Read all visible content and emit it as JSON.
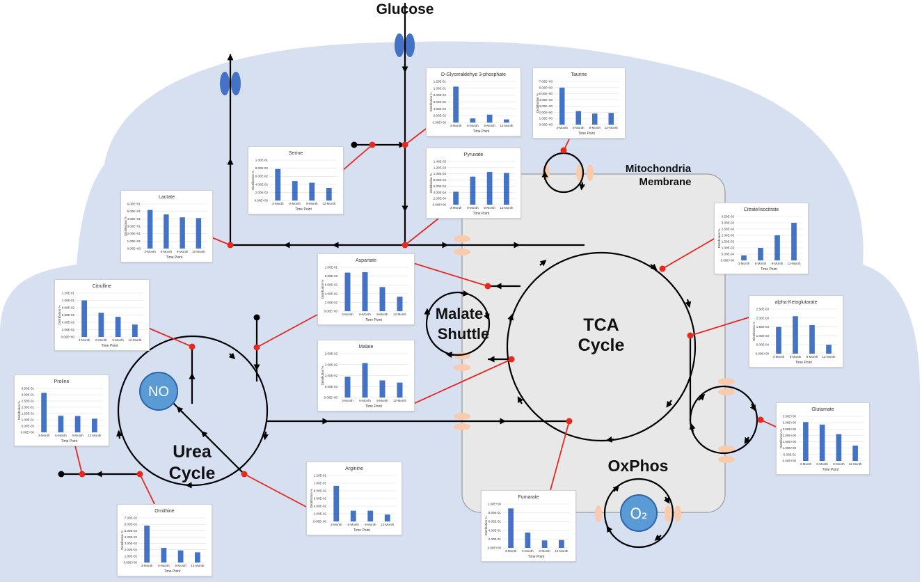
{
  "labels": {
    "glucose": "Glucose",
    "mito_membrane_line1": "Mitochondria",
    "mito_membrane_line2": "Membrane",
    "malate_shuttle_line1": "Malate",
    "malate_shuttle_line2": "Shuttle",
    "tca_line1": "TCA",
    "tca_line2": "Cycle",
    "urea_line1": "Urea",
    "urea_line2": "Cycle",
    "oxphos": "OxPhos",
    "no": "NO",
    "o2": "O₂"
  },
  "colors": {
    "cell": "#d6e0f1",
    "mitochondrion": "#e8e8e8",
    "transporter": "#4472c4",
    "pore": "#f8cbad",
    "bar": "#4472c4",
    "connector": "#e8271e",
    "node": "#e8271e",
    "pathway": "#000000"
  },
  "chart_data": [
    {
      "id": "d_glyceraldehyde",
      "type": "bar",
      "title": "D-Glyceraldehye 3-phosphate",
      "categories": [
        "3-Month",
        "6-Month",
        "9-Month",
        "12-Month"
      ],
      "values": [
        0.105,
        0.012,
        0.023,
        0.009
      ],
      "yticks": [
        "0.00E+00",
        "2.00E-02",
        "4.00E-02",
        "6.00E-02",
        "8.00E-02",
        "1.00E-01",
        "1.20E-01"
      ],
      "ylim": [
        0,
        0.12
      ],
      "xlabel": "Time Point",
      "ylabel": "Distribution %"
    },
    {
      "id": "taurine",
      "type": "bar",
      "title": "Taurine",
      "categories": [
        "3-Month",
        "6-Month",
        "9-Month",
        "12-Month"
      ],
      "values": [
        6.0,
        2.2,
        1.8,
        1.9
      ],
      "yticks": [
        "0.00E+00",
        "1.00E+00",
        "2.00E+00",
        "3.00E+00",
        "4.00E+00",
        "5.00E+00",
        "6.00E+00",
        "7.00E+00"
      ],
      "ylim": [
        0,
        7
      ],
      "xlabel": "Time Point",
      "ylabel": "Distribution %"
    },
    {
      "id": "serine",
      "type": "bar",
      "title": "Serine",
      "categories": [
        "3-Month",
        "6-Month",
        "9-Month",
        "12-Month"
      ],
      "values": [
        0.078,
        0.048,
        0.044,
        0.031
      ],
      "yticks": [
        "0.00E+00",
        "2.00E-02",
        "4.00E-02",
        "6.00E-02",
        "8.00E-02",
        "1.00E-01"
      ],
      "ylim": [
        0,
        0.1
      ],
      "xlabel": "Time Point",
      "ylabel": "Distribution %"
    },
    {
      "id": "pyruvate",
      "type": "bar",
      "title": "Pyruvate",
      "categories": [
        "3-Month",
        "6-Month",
        "9-Month",
        "12-Month"
      ],
      "values": [
        0.00042,
        0.00091,
        0.00106,
        0.00103
      ],
      "yticks": [
        "0.00E+00",
        "2.00E-04",
        "4.00E-04",
        "6.00E-04",
        "8.00E-04",
        "1.00E-03",
        "1.20E-03",
        "1.40E-03"
      ],
      "ylim": [
        0,
        0.0014
      ],
      "xlabel": "Time Point",
      "ylabel": "Distribution %"
    },
    {
      "id": "lactate",
      "type": "bar",
      "title": "Lactate",
      "categories": [
        "3-Month",
        "6-Month",
        "9-Month",
        "12-Month"
      ],
      "values": [
        52,
        46,
        42,
        41
      ],
      "yticks": [
        "0.00E+00",
        "1.00E+01",
        "2.00E+01",
        "3.00E+01",
        "4.00E+01",
        "5.00E+01",
        "6.00E+01"
      ],
      "ylim": [
        0,
        60
      ],
      "xlabel": "Time Point",
      "ylabel": "Distribution %"
    },
    {
      "id": "citrate",
      "type": "bar",
      "title": "Citrate/isocitrate",
      "categories": [
        "3-Month",
        "6-Month",
        "9-Month",
        "12-Month"
      ],
      "values": [
        0.0004,
        0.001,
        0.002,
        0.003
      ],
      "yticks": [
        "0.00E+00",
        "5.00E-04",
        "1.00E-03",
        "1.50E-03",
        "2.00E-03",
        "2.50E-03",
        "3.00E-03",
        "3.50E-03"
      ],
      "ylim": [
        0,
        0.0035
      ],
      "xlabel": "Time Point",
      "ylabel": "Distribution %"
    },
    {
      "id": "aspartate",
      "type": "bar",
      "title": "Aspartate",
      "categories": [
        "3-Month",
        "6-Month",
        "9-Month",
        "12-Month"
      ],
      "values": [
        0.088,
        0.089,
        0.055,
        0.033
      ],
      "yticks": [
        "0.00E+00",
        "2.00E-02",
        "4.00E-02",
        "6.00E-02",
        "8.00E-02",
        "1.00E-01"
      ],
      "ylim": [
        0,
        0.1
      ],
      "xlabel": "Time Point",
      "ylabel": "Distribution %"
    },
    {
      "id": "citrulline",
      "type": "bar",
      "title": "Citrulline",
      "categories": [
        "3-Month",
        "6-Month",
        "9-Month",
        "12-Month"
      ],
      "values": [
        0.1,
        0.066,
        0.055,
        0.034
      ],
      "yticks": [
        "0.00E+00",
        "2.00E-02",
        "4.00E-02",
        "6.00E-02",
        "8.00E-02",
        "1.00E-01",
        "1.20E-01"
      ],
      "ylim": [
        0,
        0.12
      ],
      "xlabel": "Time Point",
      "ylabel": "Distribution %"
    },
    {
      "id": "alpha_kg",
      "type": "bar",
      "title": "alpha-Ketoglutarate",
      "categories": [
        "3-Month",
        "6-Month",
        "9-Month",
        "12-Month"
      ],
      "values": [
        0.0015,
        0.0021,
        0.0016,
        0.0005
      ],
      "yticks": [
        "0.00E+00",
        "5.00E-04",
        "1.00E-03",
        "1.50E-03",
        "2.00E-03",
        "2.50E-03"
      ],
      "ylim": [
        0,
        0.0025
      ],
      "xlabel": "Time Point",
      "ylabel": "Distribution %"
    },
    {
      "id": "malate",
      "type": "bar",
      "title": "Malate",
      "categories": [
        "3-Month",
        "6-Month",
        "9-Month",
        "12-Month"
      ],
      "values": [
        0.0095,
        0.0157,
        0.0078,
        0.0068
      ],
      "yticks": [
        "0.00E+00",
        "5.00E-03",
        "1.00E-02",
        "1.50E-02",
        "2.00E-02"
      ],
      "ylim": [
        0,
        0.02
      ],
      "xlabel": "Time Point",
      "ylabel": "Distribution %"
    },
    {
      "id": "proline",
      "type": "bar",
      "title": "Proline",
      "categories": [
        "3-Month",
        "6-Month",
        "9-Month",
        "12-Month"
      ],
      "values": [
        0.315,
        0.132,
        0.13,
        0.109
      ],
      "yticks": [
        "0.00E+00",
        "5.00E-02",
        "1.00E-01",
        "1.50E-01",
        "2.00E-01",
        "2.50E-01",
        "3.00E-01",
        "3.50E-01"
      ],
      "ylim": [
        0,
        0.35
      ],
      "xlabel": "Time Point",
      "ylabel": "Distribution %"
    },
    {
      "id": "glutamate",
      "type": "bar",
      "title": "Glutamate",
      "categories": [
        "3-Month",
        "6-Month",
        "9-Month",
        "12-Month"
      ],
      "values": [
        3.05,
        2.85,
        2.1,
        1.2
      ],
      "yticks": [
        "0.00E+00",
        "5.00E-01",
        "1.00E+00",
        "1.50E+00",
        "2.00E+00",
        "2.50E+00",
        "3.00E+00",
        "3.50E+00"
      ],
      "ylim": [
        0,
        3.5
      ],
      "xlabel": "Time Point",
      "ylabel": "Distribution %"
    },
    {
      "id": "arginine",
      "type": "bar",
      "title": "Arginine",
      "categories": [
        "3-Month",
        "6-Month",
        "9-Month",
        "12-Month"
      ],
      "values": [
        0.093,
        0.028,
        0.028,
        0.018
      ],
      "yticks": [
        "0.00E+00",
        "2.00E-02",
        "4.00E-02",
        "6.00E-02",
        "8.00E-02",
        "1.00E-01",
        "1.20E-01"
      ],
      "ylim": [
        0,
        0.12
      ],
      "xlabel": "Time Point",
      "ylabel": "Distribution %"
    },
    {
      "id": "ornithine",
      "type": "bar",
      "title": "Ornithine",
      "categories": [
        "3-Month",
        "6-Month",
        "9-Month",
        "12-Month"
      ],
      "values": [
        0.058,
        0.023,
        0.019,
        0.016
      ],
      "yticks": [
        "0.00E+00",
        "1.00E-02",
        "2.00E-02",
        "3.00E-02",
        "4.00E-02",
        "5.00E-02",
        "6.00E-02",
        "7.00E-02"
      ],
      "ylim": [
        0,
        0.07
      ],
      "xlabel": "Time Point",
      "ylabel": "Distribution %"
    },
    {
      "id": "fumarate",
      "type": "bar",
      "title": "Fumarate",
      "categories": [
        "3-Month",
        "6-Month",
        "9-Month",
        "12-Month"
      ],
      "values": [
        0.9,
        0.35,
        0.17,
        0.18
      ],
      "yticks": [
        "0.00E+00",
        "2.00E-01",
        "4.00E-01",
        "6.00E-01",
        "8.00E-01",
        "1.00E+00"
      ],
      "ylim": [
        0,
        1.0
      ],
      "xlabel": "Time Point",
      "ylabel": "Distribution %"
    }
  ]
}
